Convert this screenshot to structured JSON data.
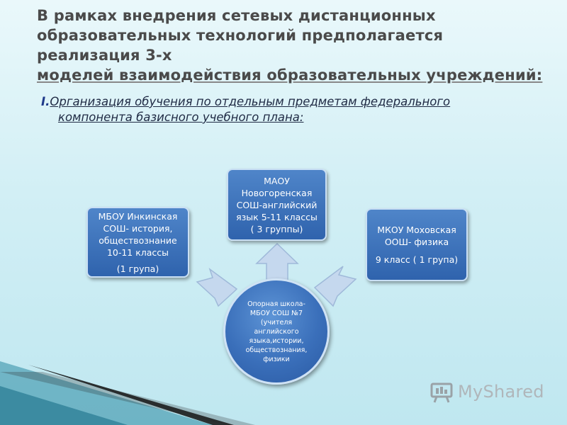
{
  "title": {
    "line1": "В рамках внедрения сетевых дистанционных",
    "line2": "образовательных технологий предполагается реализация 3-х",
    "line3": "моделей взаимодействия образовательных учреждений:"
  },
  "subtitle": {
    "number": "I.",
    "line1": "Организация обучения по отдельным предметам федерального",
    "line2": "компонента базисного учебного плана:"
  },
  "boxes": {
    "left": {
      "lines": [
        "МБОУ Инкинская",
        "СОШ- история,",
        "обществознание",
        "10-11 классы"
      ],
      "note": "(1 група)"
    },
    "top": {
      "lines": [
        "МАОУ",
        "Новогоренская",
        "СОШ-английский",
        "язык 5-11 классы",
        "( 3 группы)"
      ]
    },
    "right": {
      "lines": [
        "МКОУ Моховская",
        "ООШ- физика"
      ],
      "note": "9 класс ( 1 група)"
    }
  },
  "center": {
    "lines": [
      "Опорная школа-",
      "МБОУ СОШ №7",
      "(учителя",
      "английского",
      "языка,истории,",
      "обществознания,",
      "физики"
    ]
  },
  "logo": {
    "text": "MyShared",
    "icon": "presentation-board-icon"
  },
  "colors": {
    "box": "#3b6fb8",
    "arrow": "#c5d8ee",
    "background": "#d2eff5"
  }
}
